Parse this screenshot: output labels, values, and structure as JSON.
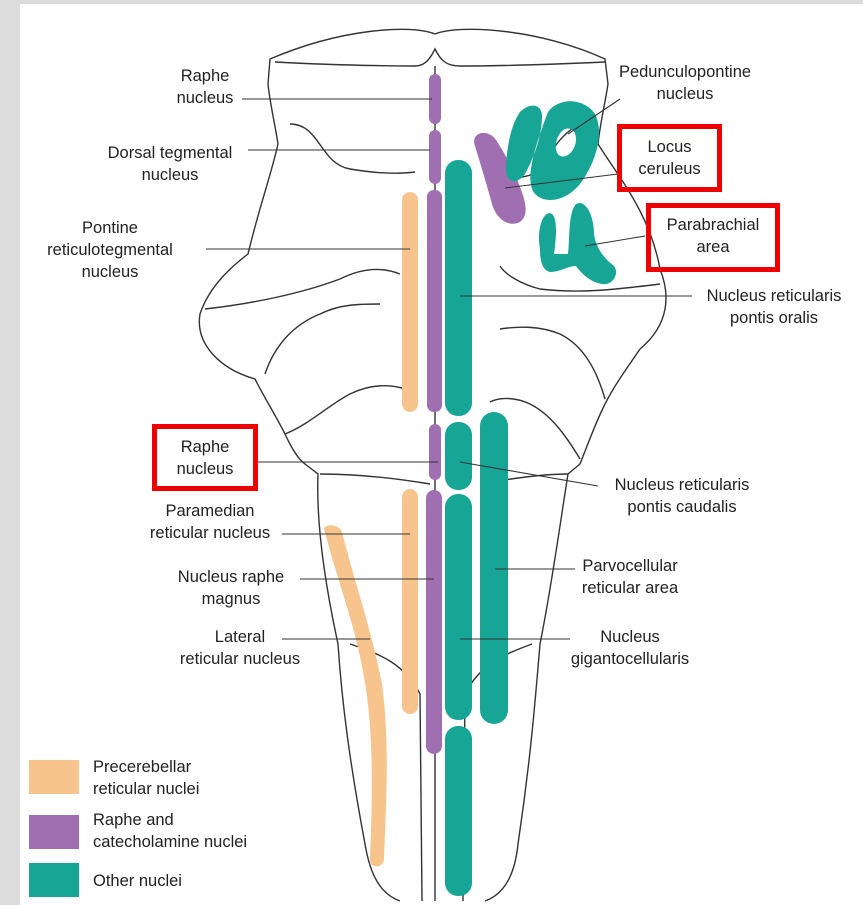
{
  "labels": {
    "raphe_top_1": "Raphe",
    "raphe_top_2": "nucleus",
    "dorsal_1": "Dorsal tegmental",
    "dorsal_2": "nucleus",
    "pontine_1": "Pontine",
    "pontine_2": "reticulotegmental",
    "pontine_3": "nucleus",
    "ped_1": "Pedunculopontine",
    "ped_2": "nucleus",
    "locus_1": "Locus",
    "locus_2": "ceruleus",
    "para_1": "Parabrachial",
    "para_2": "area",
    "nro_1": "Nucleus reticularis",
    "nro_2": "pontis oralis",
    "raphe_mid_1": "Raphe",
    "raphe_mid_2": "nucleus",
    "nrc_1": "Nucleus reticularis",
    "nrc_2": "pontis caudalis",
    "paramed_1": "Paramedian",
    "paramed_2": "reticular nucleus",
    "nrm_1": "Nucleus raphe",
    "nrm_2": "magnus",
    "parvo_1": "Parvocellular",
    "parvo_2": "reticular area",
    "lateral_1": "Lateral",
    "lateral_2": "reticular nucleus",
    "giganto_1": "Nucleus",
    "giganto_2": "gigantocellularis"
  },
  "legend": {
    "precerebellar_1": "Precerebellar",
    "precerebellar_2": "reticular nuclei",
    "raphe_1": "Raphe and",
    "raphe_2": "catecholamine nuclei",
    "other": "Other nuclei"
  },
  "colors": {
    "precerebellar": "#f8c48e",
    "raphe": "#a06fb2",
    "other": "#17a596",
    "highlight": "#ee0000",
    "background": "#dcdcdc"
  }
}
